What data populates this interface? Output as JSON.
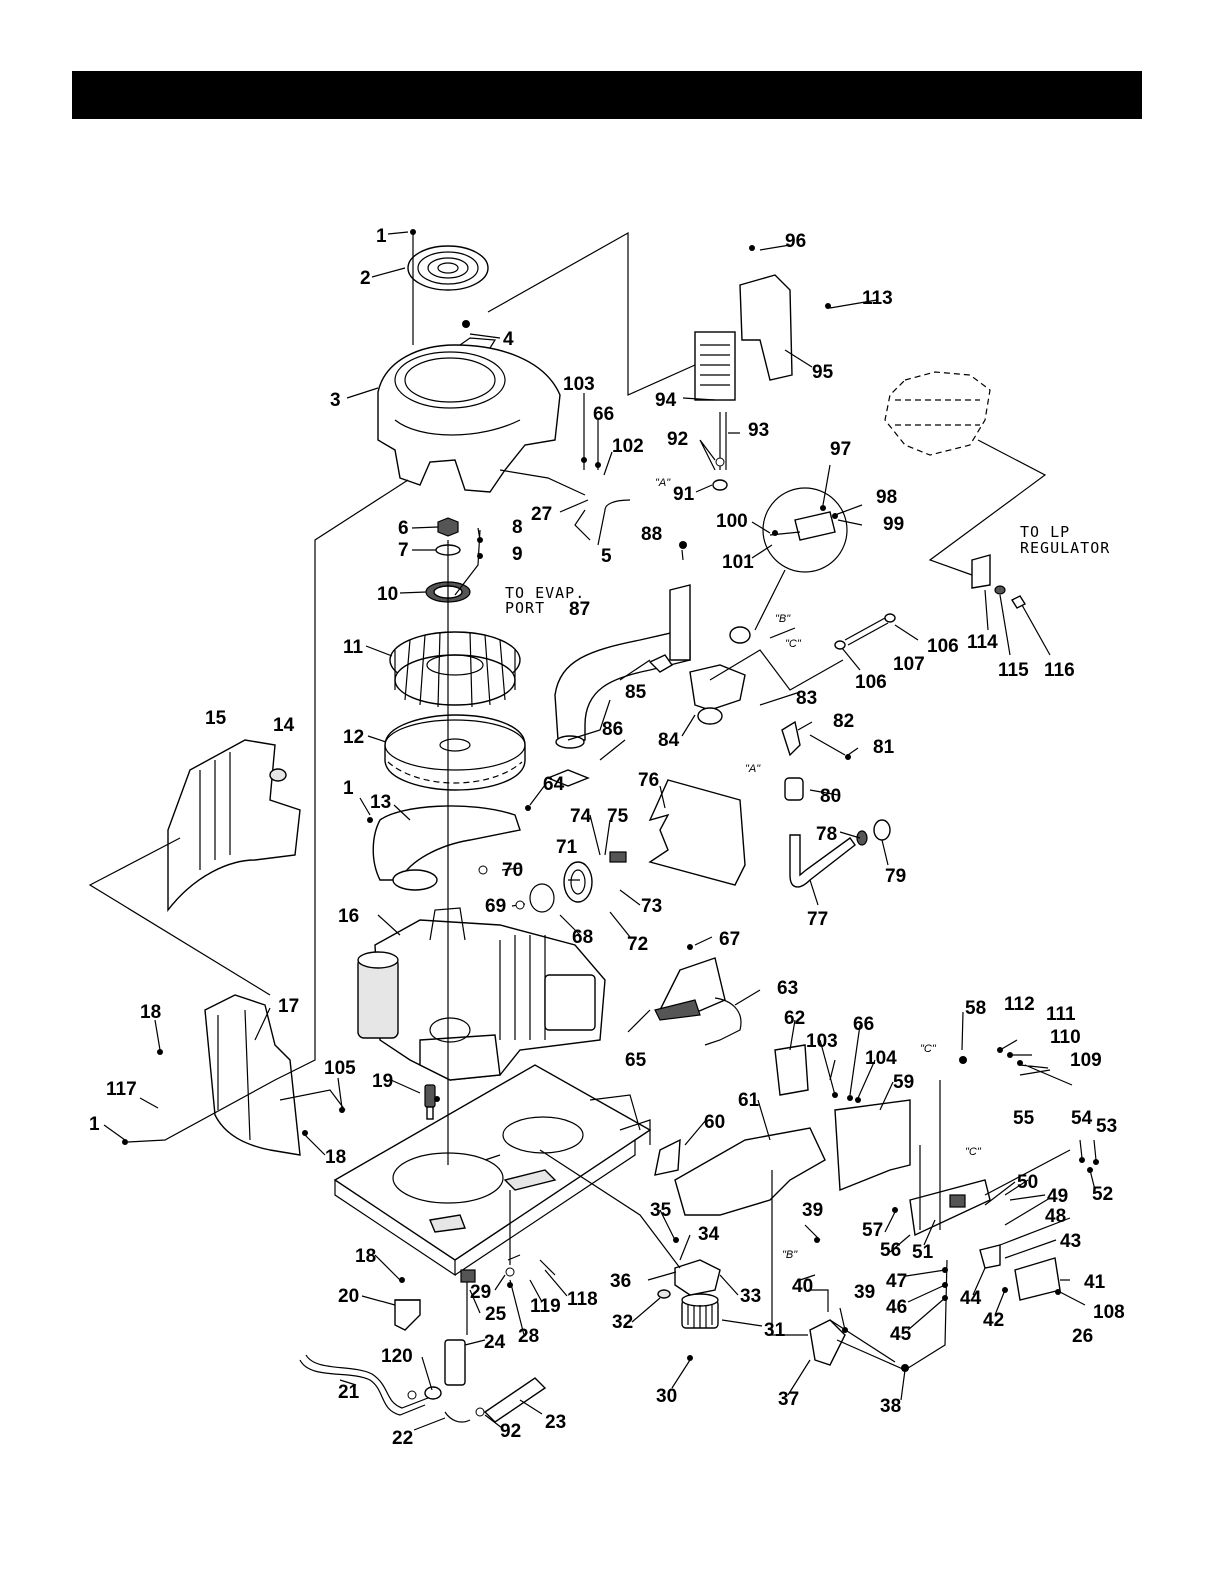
{
  "header": {
    "title": ""
  },
  "notes": {
    "to_lp_regulator_line1": "TO LP",
    "to_lp_regulator_line2": "REGULATOR",
    "to_evap_port_line1": "TO EVAP.",
    "to_evap_port_line2": "PORT"
  },
  "callout_tags": {
    "a": "\"A\"",
    "b": "\"B\"",
    "c": "\"C\""
  },
  "part_numbers": [
    "1",
    "2",
    "3",
    "4",
    "6",
    "7",
    "8",
    "9",
    "10",
    "11",
    "12",
    "13",
    "14",
    "15",
    "16",
    "17",
    "18",
    "19",
    "20",
    "21",
    "22",
    "23",
    "24",
    "25",
    "26",
    "27",
    "28",
    "29",
    "30",
    "31",
    "32",
    "33",
    "34",
    "35",
    "36",
    "37",
    "38",
    "39",
    "40",
    "41",
    "42",
    "43",
    "44",
    "45",
    "46",
    "47",
    "48",
    "49",
    "50",
    "51",
    "52",
    "53",
    "54",
    "55",
    "56",
    "57",
    "58",
    "59",
    "60",
    "61",
    "62",
    "63",
    "64",
    "65",
    "66",
    "67",
    "68",
    "69",
    "70",
    "71",
    "72",
    "73",
    "74",
    "75",
    "76",
    "77",
    "78",
    "79",
    "80",
    "81",
    "82",
    "83",
    "84",
    "85",
    "86",
    "87",
    "88",
    "91",
    "92",
    "93",
    "94",
    "95",
    "96",
    "97",
    "98",
    "99",
    "100",
    "101",
    "102",
    "103",
    "104",
    "105",
    "106",
    "107",
    "108",
    "109",
    "110",
    "111",
    "112",
    "113",
    "114",
    "115",
    "116",
    "117",
    "118",
    "119",
    "120",
    "5"
  ]
}
